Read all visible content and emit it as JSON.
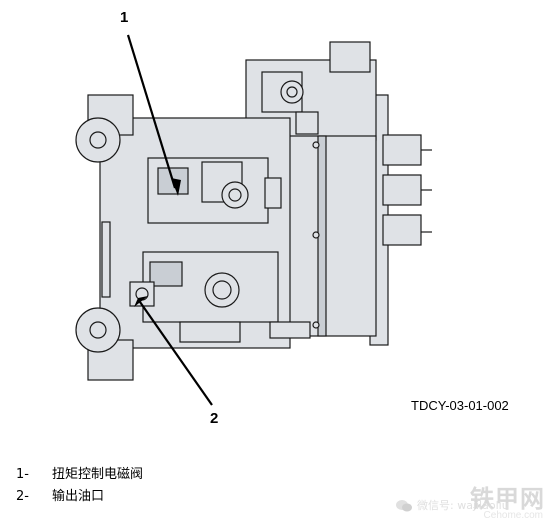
{
  "callouts": {
    "c1": "1",
    "c2": "2"
  },
  "figure_code": "TDCY-03-01-002",
  "legend": [
    {
      "num": "1-",
      "text": "扭矩控制电磁阀"
    },
    {
      "num": "2-",
      "text": "输出油口"
    }
  ],
  "watermark": {
    "logo": "铁甲网",
    "account": "微信号: wajilaoliu",
    "site": "Cehome.com"
  },
  "colors": {
    "line": "#1a1a1a",
    "fill": "#dfe2e6",
    "accent": "#c9ced4"
  }
}
